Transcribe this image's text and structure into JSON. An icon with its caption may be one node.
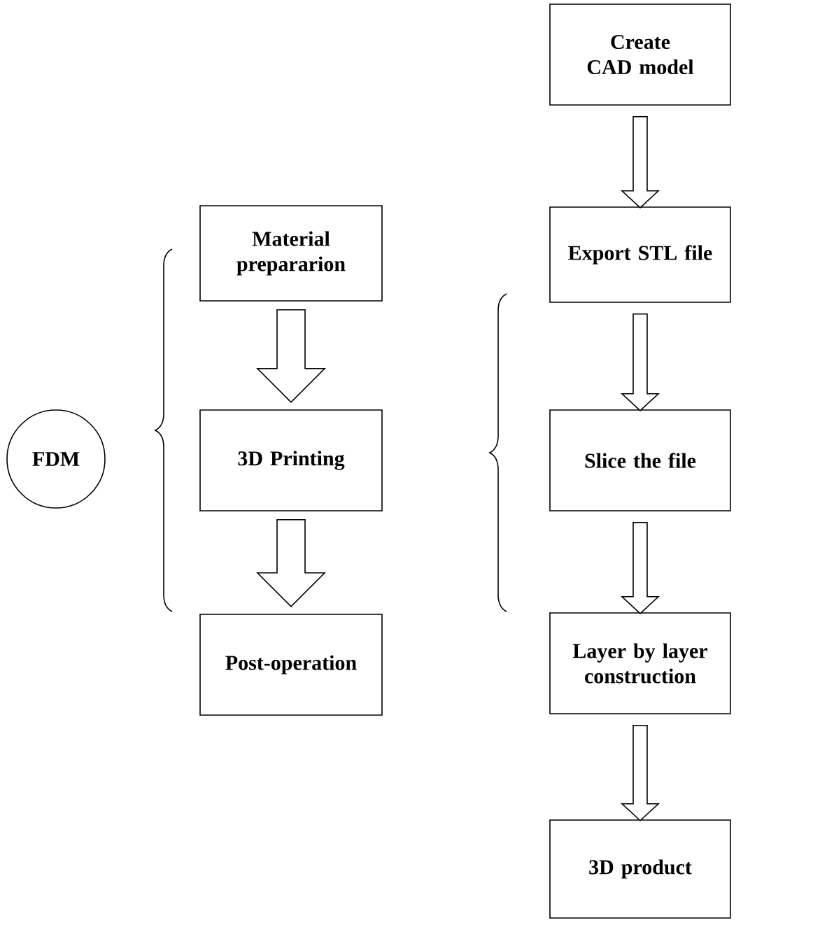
{
  "diagram": {
    "nodes": [
      {
        "text": [
          "FDM"
        ]
      },
      {
        "text": [
          "Material prepararion"
        ]
      },
      {
        "text": [
          "3D Printing"
        ]
      },
      {
        "text": [
          "Post-operation"
        ]
      },
      {
        "text": [
          "Create CAD model"
        ]
      },
      {
        "text": [
          "Export STL file"
        ]
      },
      {
        "text": [
          "Slice the file"
        ]
      },
      {
        "text": [
          "Layer by layer construction"
        ]
      },
      {
        "text": [
          "3D product"
        ]
      }
    ],
    "edges": [
      {
        "from": 1,
        "to": 2,
        "arrow": "to"
      },
      {
        "from": 2,
        "to": 3,
        "arrow": "to"
      },
      {
        "from": 4,
        "to": 5,
        "arrow": "to"
      },
      {
        "from": 5,
        "to": 6,
        "arrow": "to"
      },
      {
        "from": 6,
        "to": 7,
        "arrow": "to"
      },
      {
        "from": 7,
        "to": 8,
        "arrow": "to"
      }
    ]
  }
}
